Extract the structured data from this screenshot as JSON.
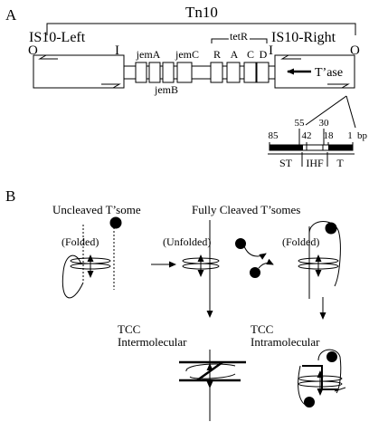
{
  "panel_a": {
    "panel_label": "A",
    "element_name": "Tn10",
    "left_element": {
      "name": "IS10-Left",
      "end_outer": "O",
      "end_inner": "I"
    },
    "right_element": {
      "name": "IS10-Right",
      "end_inner": "I",
      "end_outer": "O",
      "gene": "T’ase"
    },
    "jem_genes": [
      "jemA",
      "jemB",
      "jemC"
    ],
    "tet_region": {
      "label": "tetR",
      "genes": [
        "R",
        "A",
        "C",
        "D"
      ]
    },
    "end_detail": {
      "positions": [
        "85",
        "55",
        "42",
        "30",
        "18",
        "1"
      ],
      "unit": "bp",
      "regions": [
        "ST",
        "IHF",
        "T"
      ]
    }
  },
  "panel_b": {
    "panel_label": "B",
    "uncleaved_title": "Uncleaved T’some",
    "cleaved_title": "Fully Cleaved T’somes",
    "states": [
      "(Folded)",
      "(Unfolded)",
      "(Folded)"
    ],
    "tcc_inter": {
      "line1": "TCC",
      "line2": "Intermolecular"
    },
    "tcc_intra": {
      "line1": "TCC",
      "line2": "Intramolecular"
    }
  }
}
